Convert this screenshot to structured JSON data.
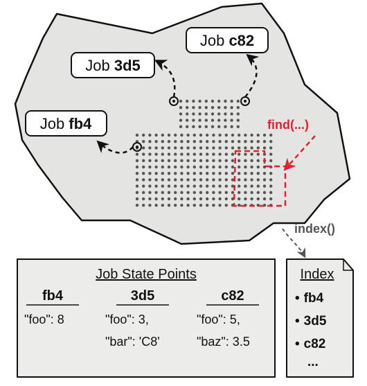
{
  "colors": {
    "blob_fill": "#e4e4e2",
    "stroke": "#111111",
    "dot": "#555555",
    "accent_red": "#e0212f",
    "arrow_grey": "#555555"
  },
  "jobs": [
    {
      "prefix": "Job ",
      "id": "c82"
    },
    {
      "prefix": "Job ",
      "id": "3d5"
    },
    {
      "prefix": "Job ",
      "id": "fb4"
    }
  ],
  "find_label": "find(...)",
  "index_label": "index()",
  "state_points": {
    "title": "Job State Points",
    "columns": [
      {
        "header": "fb4",
        "lines": [
          "\"foo\": 8"
        ]
      },
      {
        "header": "3d5",
        "lines": [
          "\"foo\": 3,",
          "\"bar\": 'C8'"
        ]
      },
      {
        "header": "c82",
        "lines": [
          "\"foo\": 5,",
          "\"baz\": 3.5"
        ]
      }
    ]
  },
  "index_doc": {
    "title": "Index",
    "bullet": "•",
    "items": [
      "fb4",
      "3d5",
      "c82"
    ],
    "ellipsis": "..."
  },
  "icons": {
    "job-node": "circled-dot-icon"
  }
}
